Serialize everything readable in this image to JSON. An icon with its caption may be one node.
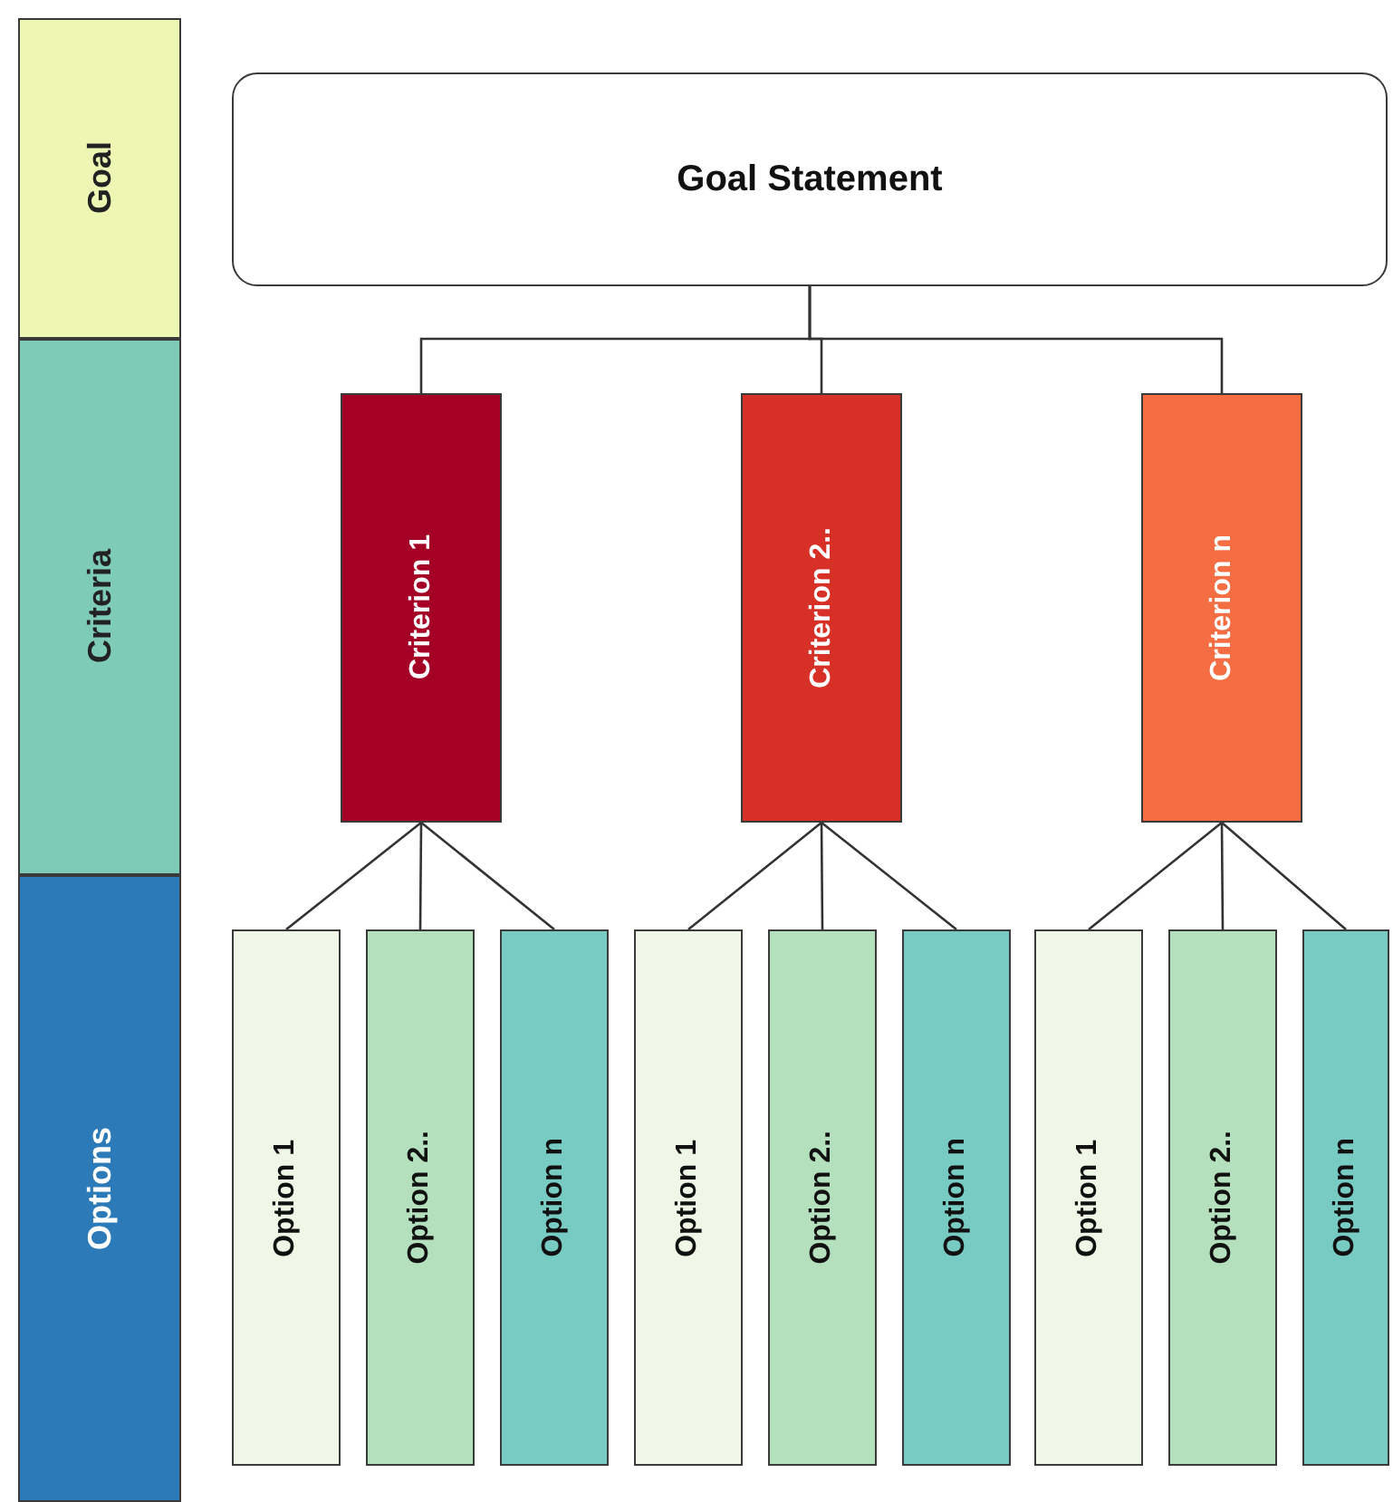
{
  "diagram": {
    "nodes": [
      {
        "text": [
          "Goal"
        ]
      },
      {
        "text": [
          "Criteria"
        ]
      },
      {
        "text": [
          "Options"
        ]
      },
      {
        "text": [
          "Goal Statement"
        ]
      },
      {
        "text": [
          "Criterion 1"
        ]
      },
      {
        "text": [
          "Criterion 2.."
        ]
      },
      {
        "text": [
          "Criterion n"
        ]
      },
      {
        "text": [
          "Option 1"
        ]
      },
      {
        "text": [
          "Option 2.."
        ]
      },
      {
        "text": [
          "Option n"
        ]
      },
      {
        "text": [
          "Option 1"
        ]
      },
      {
        "text": [
          "Option 2.."
        ]
      },
      {
        "text": [
          "Option n"
        ]
      },
      {
        "text": [
          "Option 1"
        ]
      },
      {
        "text": [
          "Option 2.."
        ]
      },
      {
        "text": [
          "Option n"
        ]
      }
    ],
    "edges": [
      {
        "from": 3,
        "to": 4,
        "arrow": "none"
      },
      {
        "from": 3,
        "to": 5,
        "arrow": "none"
      },
      {
        "from": 3,
        "to": 6,
        "arrow": "none"
      },
      {
        "from": 4,
        "to": 7,
        "arrow": "none"
      },
      {
        "from": 4,
        "to": 8,
        "arrow": "none"
      },
      {
        "from": 4,
        "to": 9,
        "arrow": "none"
      },
      {
        "from": 5,
        "to": 10,
        "arrow": "none"
      },
      {
        "from": 5,
        "to": 11,
        "arrow": "none"
      },
      {
        "from": 5,
        "to": 12,
        "arrow": "none"
      },
      {
        "from": 6,
        "to": 13,
        "arrow": "none"
      },
      {
        "from": 6,
        "to": 14,
        "arrow": "none"
      },
      {
        "from": 6,
        "to": 15,
        "arrow": "none"
      }
    ]
  }
}
